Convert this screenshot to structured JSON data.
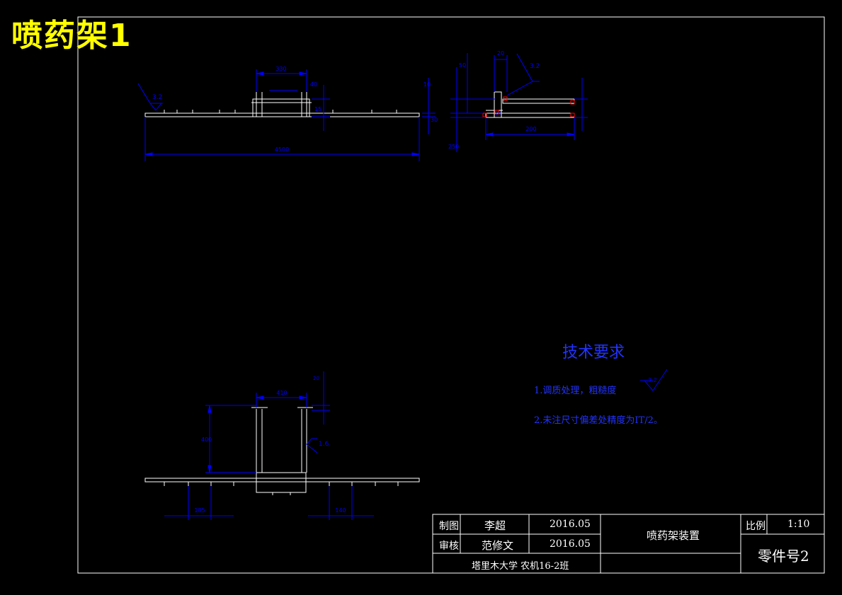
{
  "drawing_title": "喷药架1",
  "views": {
    "top": {
      "dims": {
        "total_length": "4500",
        "center_width": "330",
        "center_small": "40",
        "right_height": "10",
        "side_a": "15",
        "side_b": "30",
        "roughness": "3.2"
      }
    },
    "side": {
      "dims": {
        "top_width": "20",
        "h_upper": "50",
        "h_total": "250",
        "bottom_len": "200",
        "small": "20",
        "roughness": "3.2"
      }
    },
    "front": {
      "dims": {
        "width": "410",
        "height": "400",
        "top_small": "20",
        "left_spacing": "185",
        "right_spacing": "140",
        "roughness": "1.6"
      }
    }
  },
  "tech_requirements": {
    "title": "技术要求",
    "items": [
      "1.调质处理，粗糙度",
      "2.未注尺寸偏差处精度为IT/2。"
    ],
    "roughness_symbol_value": "3.2"
  },
  "title_block": {
    "designer_label": "制图",
    "designer": "李超",
    "designer_date": "2016.05",
    "checker_label": "审核",
    "checker": "范修文",
    "checker_date": "2016.05",
    "drawing_name": "喷药架装置",
    "scale_label": "比例",
    "scale": "1:10",
    "part_number": "零件号2",
    "organization": "塔里木大学 农机16-2班"
  },
  "colors": {
    "background": "#000000",
    "lines": "#ffffff",
    "dimensions": "#0000ff",
    "title": "#ffff00",
    "marker": "#ff0000"
  }
}
